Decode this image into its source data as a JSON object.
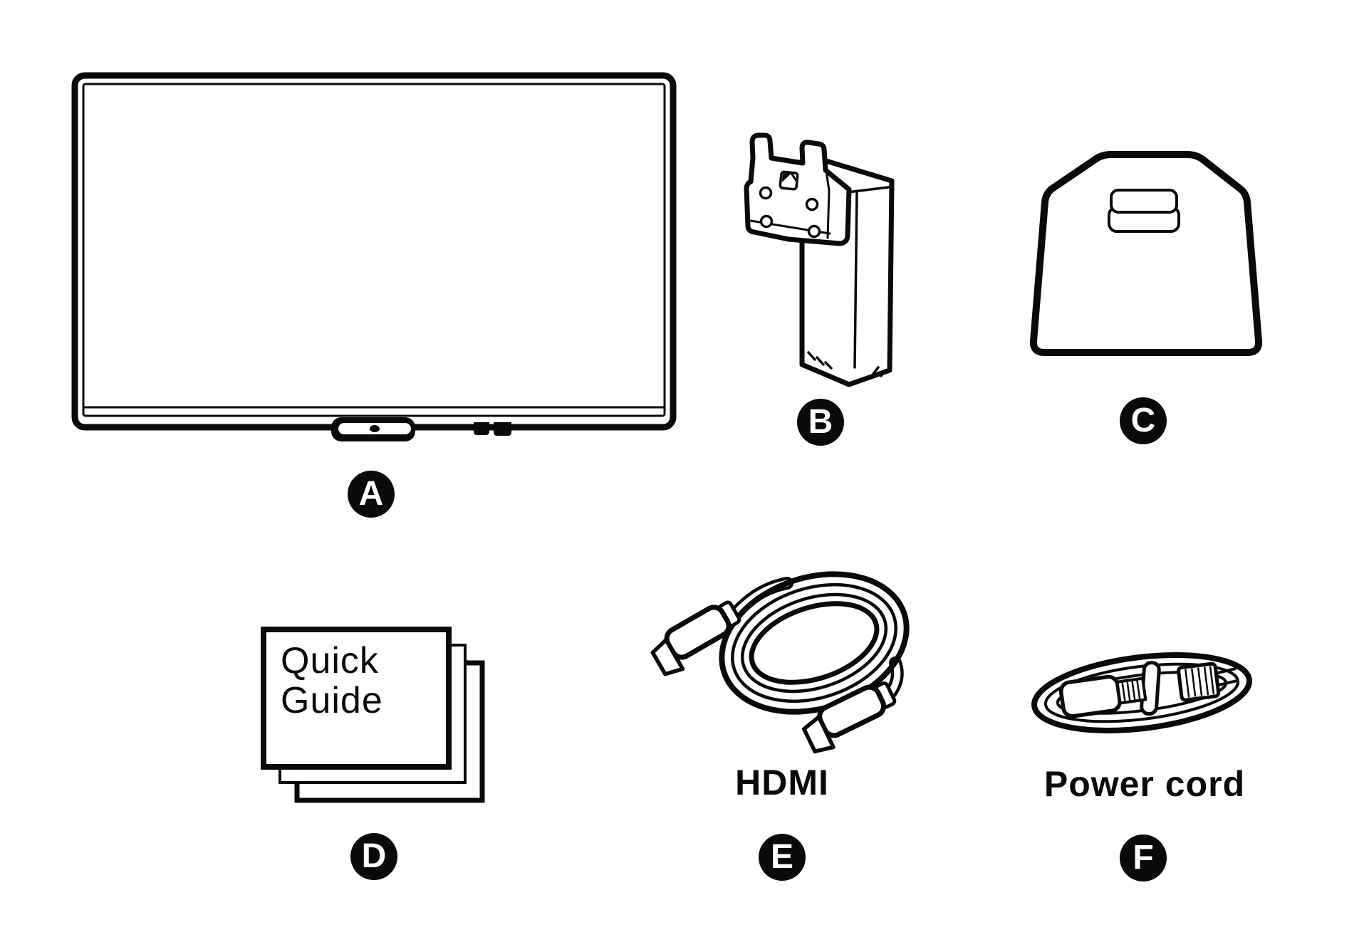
{
  "items": [
    {
      "label": "A"
    },
    {
      "label": "B"
    },
    {
      "label": "C"
    },
    {
      "label": "D",
      "title_lines": [
        "Quick",
        "Guide"
      ]
    },
    {
      "label": "E",
      "caption": "HDMI"
    },
    {
      "label": "F",
      "caption": "Power cord"
    }
  ],
  "colors": {
    "line": "#0a0a0a",
    "background": "#ffffff"
  }
}
